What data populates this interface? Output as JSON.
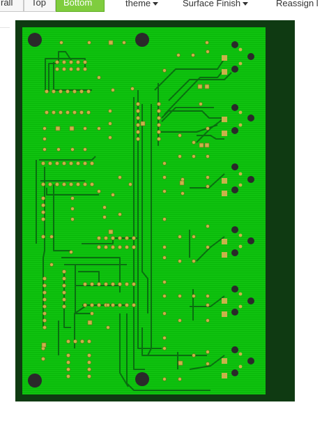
{
  "toolbar": {
    "overall_label": "rall",
    "top_label": "Top",
    "bottom_label": "Bottom",
    "theme_label": "theme",
    "surface_finish_label": "Surface Finish",
    "reassign_label": "Reassign l"
  },
  "view": {
    "active_side": "Bottom",
    "colors": {
      "background": "#0f3a12",
      "board": "#0bbb0b",
      "copper_trace": "#0a6e10",
      "pad": "#c9b24a",
      "hole": "#2a2a2a",
      "accent_button": "#7fcd3e"
    }
  }
}
